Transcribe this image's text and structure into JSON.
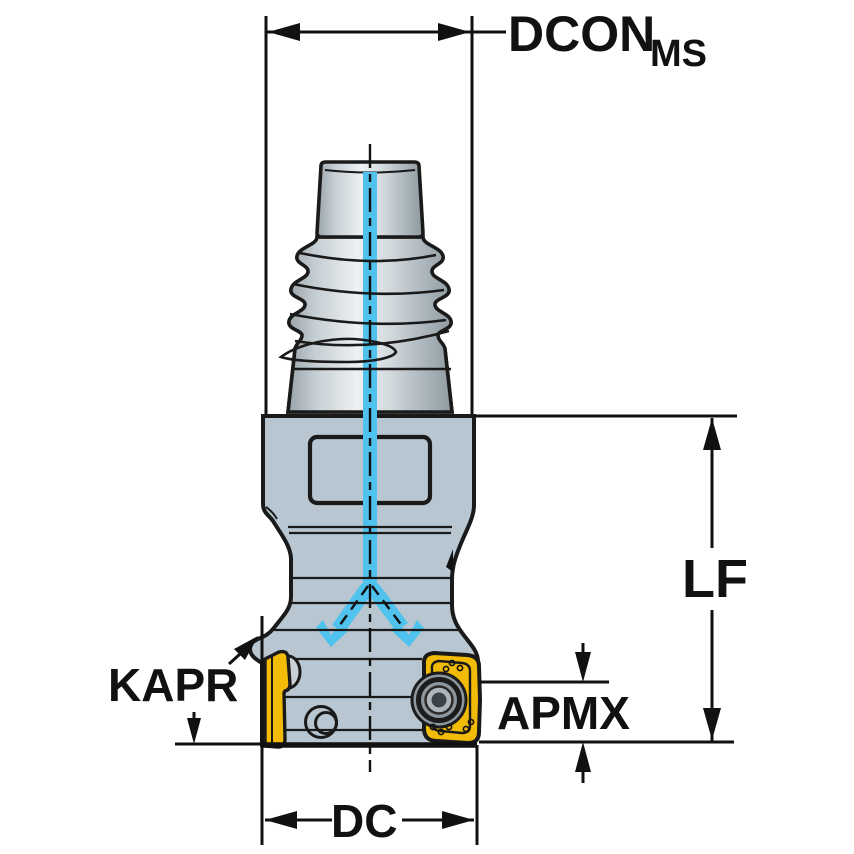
{
  "figure": {
    "type": "technical line drawing",
    "subject": "Indexable milling cutter with threaded coupling, internal coolant channel and dimension callouts",
    "labels": {
      "dcon_main": "DCON",
      "dcon_sub": "MS",
      "lf": "LF",
      "kapr": "KAPR",
      "apmx": "APMX",
      "dc": "DC"
    },
    "colors": {
      "background": "#ffffff",
      "line": "#111111",
      "body": "#b7c6d0",
      "shank": "#c9d1d6",
      "insert": "#f2bb05",
      "coolant": "#4fc3ee"
    }
  }
}
